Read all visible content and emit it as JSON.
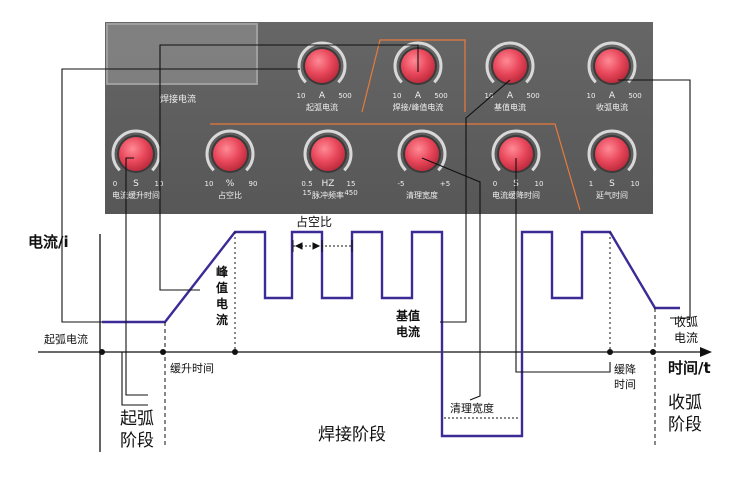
{
  "panel": {
    "screen_label": "焊接电流",
    "top_knobs": [
      {
        "name": "起弧电流",
        "min": "10",
        "unit": "A",
        "max": "500"
      },
      {
        "name": "焊接/峰值电流",
        "min": "10",
        "unit": "A",
        "max": "500"
      },
      {
        "name": "基值电流",
        "min": "10",
        "unit": "A",
        "max": "500"
      },
      {
        "name": "收弧电流",
        "min": "10",
        "unit": "A",
        "max": "500"
      }
    ],
    "bottom_knobs": [
      {
        "name": "电流缓升时间",
        "min": "0",
        "unit": "S",
        "max": "10",
        "min2": "",
        "max2": ""
      },
      {
        "name": "占空比",
        "min": "10",
        "unit": "%",
        "max": "90",
        "min2": "",
        "max2": ""
      },
      {
        "name": "脉冲频率",
        "min": "0.5",
        "unit": "HZ",
        "max": "15",
        "min2": "15",
        "max2": "450"
      },
      {
        "name": "清理宽度",
        "min": "-5",
        "unit": "",
        "max": "+5",
        "min2": "",
        "max2": ""
      },
      {
        "name": "电流缓降时间",
        "min": "0",
        "unit": "S",
        "max": "10",
        "min2": "",
        "max2": ""
      },
      {
        "name": "延气时间",
        "min": "1",
        "unit": "S",
        "max": "10",
        "min2": "",
        "max2": ""
      }
    ]
  },
  "diagram": {
    "y_axis_label": "电流/i",
    "x_axis_label": "时间/t",
    "duty_cycle_label": "占空比",
    "peak_current_label": [
      "峰",
      "值",
      "电",
      "流"
    ],
    "base_current_label": [
      "基值",
      "电流"
    ],
    "start_current_label": "起弧电流",
    "ramp_up_label": "缓升时间",
    "ramp_down_label": [
      "缓降",
      "时间"
    ],
    "clean_width_label": "清理宽度",
    "end_current_label": [
      "收弧",
      "电流"
    ],
    "arc_start_stage": [
      "起弧",
      "阶段"
    ],
    "welding_stage": "焊接阶段",
    "arc_end_stage": [
      "收弧",
      "阶段"
    ]
  },
  "colors": {
    "panel_bg": "#5e5e5e",
    "knob_red": "#e8475a",
    "accent_orange": "#e87a3c",
    "waveform": "#3d2a96",
    "line": "#111111"
  }
}
